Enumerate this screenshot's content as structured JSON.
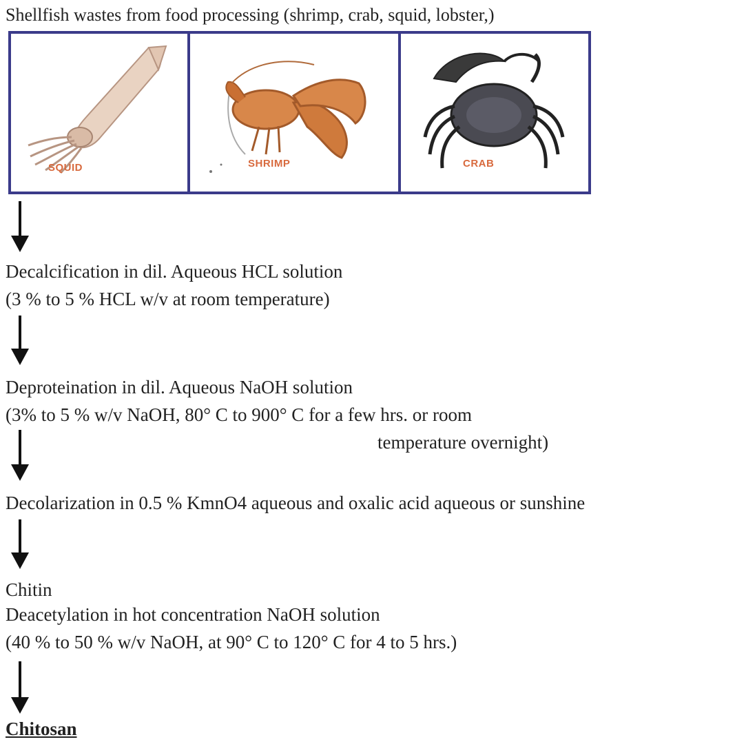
{
  "header": "Shellfish wastes from food processing (shrimp, crab, squid, lobster,)",
  "panels": [
    {
      "caption": "SQUID",
      "icon": "squid-image"
    },
    {
      "caption": "SHRIMP",
      "icon": "shrimp-image"
    },
    {
      "caption": "CRAB",
      "icon": "crab-image"
    }
  ],
  "steps": {
    "decalcification": {
      "line1": "Decalcification in dil. Aqueous HCL solution",
      "line2": "(3 % to 5 % HCL w/v at room temperature)"
    },
    "deproteination": {
      "line1": "Deproteination in dil. Aqueous NaOH solution",
      "line2": "(3% to 5 % w/v NaOH, 80° C to 900° C for a few hrs. or room",
      "line3": "temperature overnight)"
    },
    "decolarization": {
      "line1": "Decolarization in 0.5 % KmnO4 aqueous and oxalic acid aqueous or sunshine"
    },
    "deacetylation": {
      "line0": "Chitin",
      "line1": "Deacetylation in hot concentration NaOH solution",
      "line2": "(40 % to 50 % w/v NaOH, at 90° C to 120° C for 4 to 5 hrs.)"
    },
    "result": "Chitosan"
  },
  "colors": {
    "panel_border": "#3b3b8a",
    "caption": "#d86a3e",
    "arrow": "#111111"
  }
}
